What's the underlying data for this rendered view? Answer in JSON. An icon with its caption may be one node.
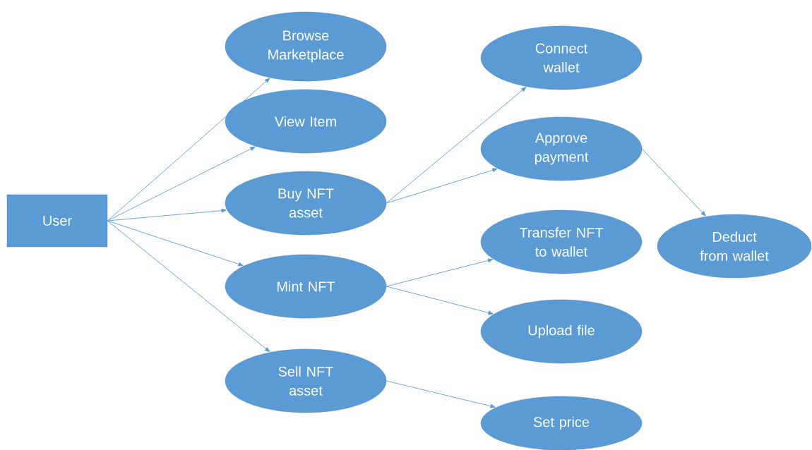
{
  "diagram": {
    "nodes": [
      {
        "text": [
          "User"
        ]
      },
      {
        "text": [
          "Browse Marketplace"
        ]
      },
      {
        "text": [
          "View Item"
        ]
      },
      {
        "text": [
          "Buy NFT asset"
        ]
      },
      {
        "text": [
          "Mint NFT"
        ]
      },
      {
        "text": [
          "Sell NFT asset"
        ]
      },
      {
        "text": [
          "Connect wallet"
        ]
      },
      {
        "text": [
          "Approve payment"
        ]
      },
      {
        "text": [
          "Transfer NFT to wallet"
        ]
      },
      {
        "text": [
          "Upload file"
        ]
      },
      {
        "text": [
          "Set price"
        ]
      },
      {
        "text": [
          "Deduct from wallet"
        ]
      }
    ],
    "edges": [
      {
        "from": 0,
        "to": 1,
        "arrow": "to"
      },
      {
        "from": 0,
        "to": 2,
        "arrow": "to"
      },
      {
        "from": 0,
        "to": 3,
        "arrow": "to"
      },
      {
        "from": 0,
        "to": 4,
        "arrow": "to"
      },
      {
        "from": 0,
        "to": 5,
        "arrow": "to"
      },
      {
        "from": 3,
        "to": 6,
        "arrow": "to"
      },
      {
        "from": 3,
        "to": 7,
        "arrow": "to"
      },
      {
        "from": 7,
        "to": 11,
        "arrow": "to"
      },
      {
        "from": 4,
        "to": 8,
        "arrow": "to"
      },
      {
        "from": 4,
        "to": 9,
        "arrow": "to"
      },
      {
        "from": 5,
        "to": 10,
        "arrow": "to"
      }
    ]
  }
}
